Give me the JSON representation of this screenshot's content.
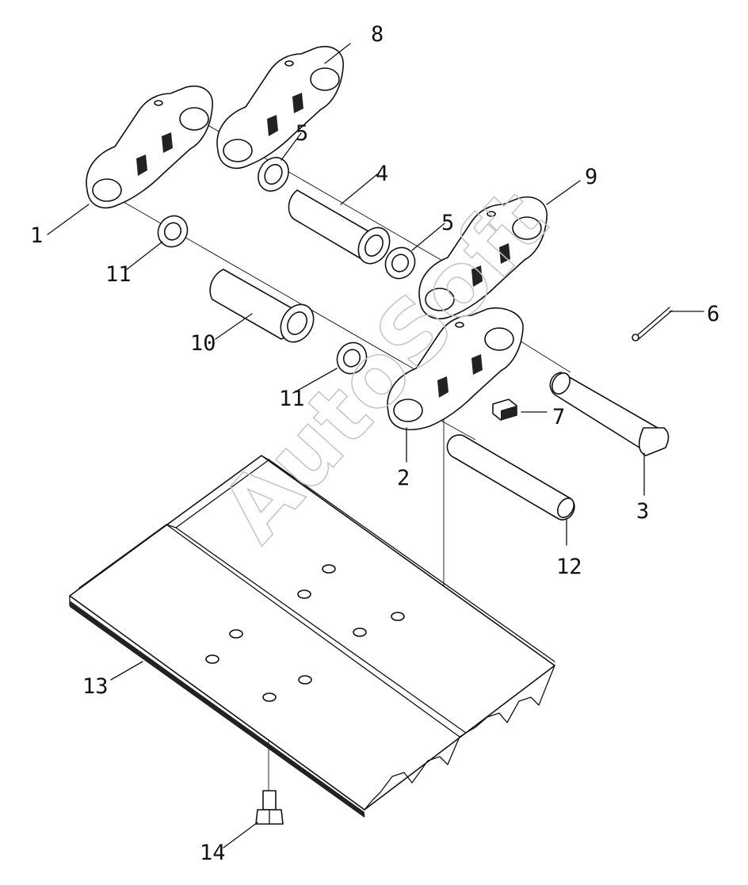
{
  "diagram": {
    "watermark": "AutoSoft",
    "callouts": [
      {
        "id": "c1",
        "text": "1"
      },
      {
        "id": "c2",
        "text": "2"
      },
      {
        "id": "c3",
        "text": "3"
      },
      {
        "id": "c4",
        "text": "4"
      },
      {
        "id": "c5a",
        "text": "5"
      },
      {
        "id": "c5b",
        "text": "5"
      },
      {
        "id": "c6",
        "text": "6"
      },
      {
        "id": "c7",
        "text": "7"
      },
      {
        "id": "c8",
        "text": "8"
      },
      {
        "id": "c9",
        "text": "9"
      },
      {
        "id": "c10",
        "text": "10"
      },
      {
        "id": "c11a",
        "text": "11"
      },
      {
        "id": "c11b",
        "text": "11"
      },
      {
        "id": "c12",
        "text": "12"
      },
      {
        "id": "c13",
        "text": "13"
      },
      {
        "id": "c14",
        "text": "14"
      }
    ]
  }
}
